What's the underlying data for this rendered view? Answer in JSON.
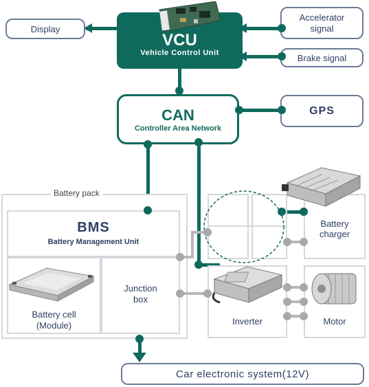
{
  "vcu": {
    "title": "VCU",
    "subtitle": "Vehicle Control Unit"
  },
  "can": {
    "title": "CAN",
    "subtitle": "Controller Area Network"
  },
  "inputs": {
    "display": "Display",
    "accelerator_line1": "Accelerator",
    "accelerator_line2": "signal",
    "brake": "Brake signal",
    "gps": "GPS"
  },
  "battery_pack": {
    "label": "Battery pack",
    "bms_title": "BMS",
    "bms_subtitle": "Battery Management Unit",
    "cell_line1": "Battery cell",
    "cell_line2": "(Module)",
    "junction_line1": "Junction",
    "junction_line2": "box"
  },
  "components": {
    "battery_charger_line1": "Battery",
    "battery_charger_line2": "charger",
    "inverter": "Inverter",
    "motor": "Motor"
  },
  "car_system": "Car electronic system(12V)",
  "colors": {
    "primary": "#0f6a5d",
    "border": "#6b7a99",
    "text": "#2f3f63",
    "panel": "#d5d7dc",
    "wire_gray": "#b7b7b7"
  }
}
